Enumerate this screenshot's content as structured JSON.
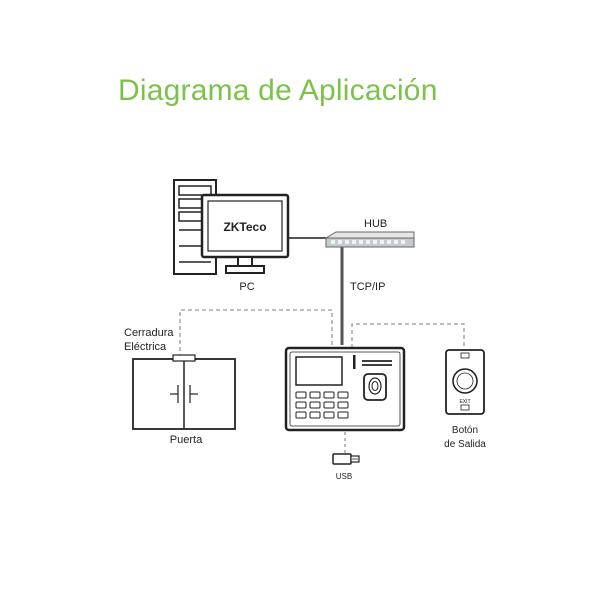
{
  "title": "Diagrama de Aplicación",
  "colors": {
    "title": "#7cc24a",
    "line": "#555555",
    "dashed": "#999999"
  },
  "nodes": {
    "pc": {
      "label": "PC",
      "brand": "ZKTeco"
    },
    "hub": {
      "label": "HUB"
    },
    "link": {
      "label": "TCP/IP"
    },
    "lock": {
      "label_line1": "Cerradura",
      "label_line2": "Eléctrica"
    },
    "door": {
      "label": "Puerta"
    },
    "usb": {
      "label": "USB"
    },
    "exit": {
      "label_line1": "Botón",
      "label_line2": "de Salida",
      "button_text": "EXIT"
    }
  }
}
